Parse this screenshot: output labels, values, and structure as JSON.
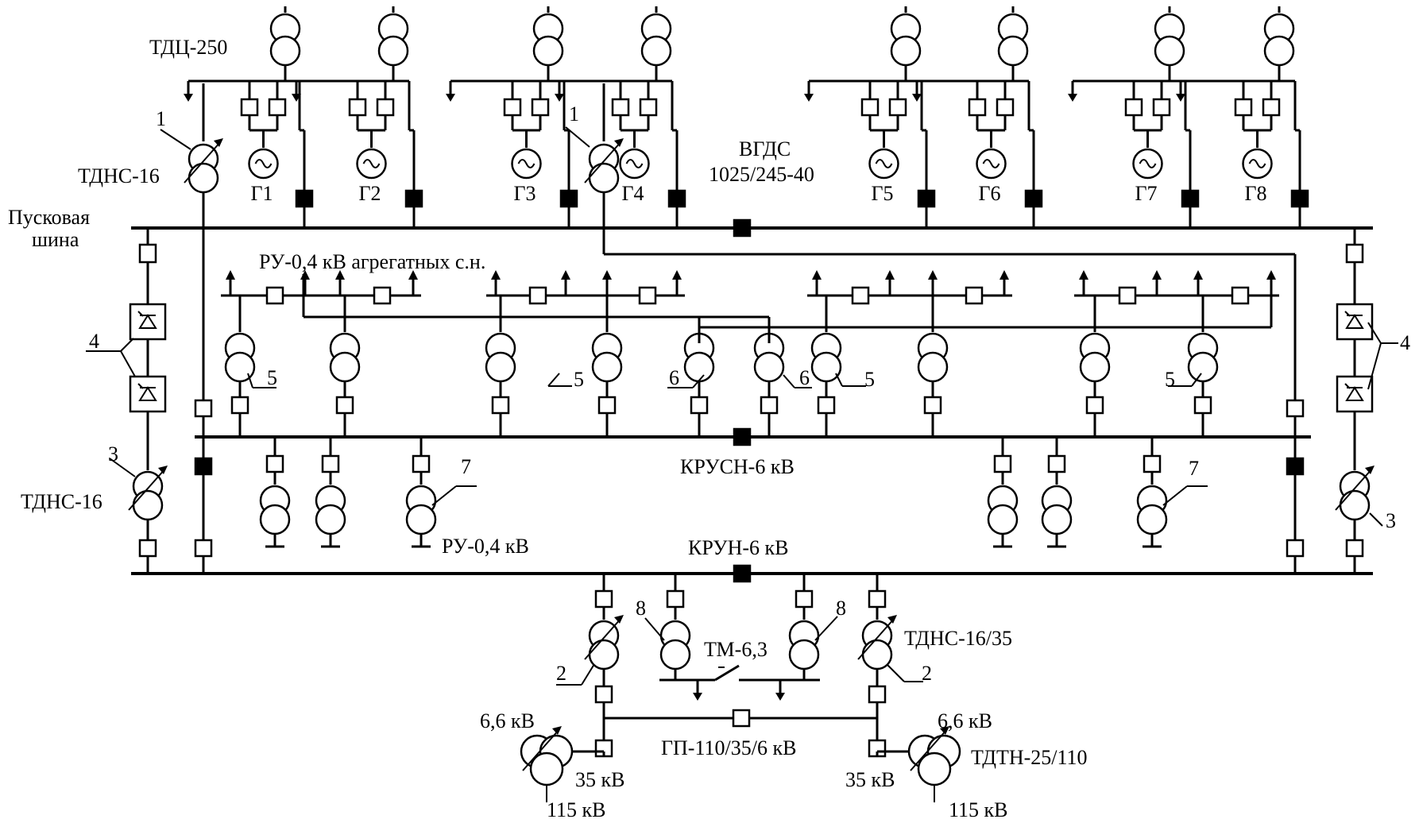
{
  "labels": {
    "tdc": "ТДЦ-250",
    "tdns16_top": "ТДНС-16",
    "start_bus_1": "Пусковая",
    "start_bus_2": "шина",
    "vgds_1": "ВГДС",
    "vgds_2": "1025/245-40",
    "ru_agg": "РУ-0,4 кВ агрегатных с.н.",
    "krusn": "КРУСН-6 кВ",
    "krun": "КРУН-6 кВ",
    "ru04": "РУ-0,4 кВ",
    "tdns16_left": "ТДНС-16",
    "tm63": "ТМ-6,3",
    "tdns1635": "ТДНС-16/35",
    "gp": "ГП-110/35/6 кВ",
    "tdtn": "ТДТН-25/110",
    "kv66_l": "6,6 кВ",
    "kv35_l": "35 кВ",
    "kv115_l": "115 кВ",
    "kv66_r": "6,6 кВ",
    "kv35_r": "35 кВ",
    "kv115_r": "115 кВ"
  },
  "generators": [
    "Г1",
    "Г2",
    "Г3",
    "Г4",
    "Г5",
    "Г6",
    "Г7",
    "Г8"
  ],
  "callouts": {
    "n1a": "1",
    "n1b": "1",
    "n2a": "2",
    "n2b": "2",
    "n3a": "3",
    "n3b": "3",
    "n4a": "4",
    "n4b": "4",
    "n5a": "5",
    "n5b": "5",
    "n5c": "5",
    "n5d": "5",
    "n6a": "6",
    "n6b": "6",
    "n7a": "7",
    "n7b": "7",
    "n8a": "8",
    "n8b": "8"
  }
}
